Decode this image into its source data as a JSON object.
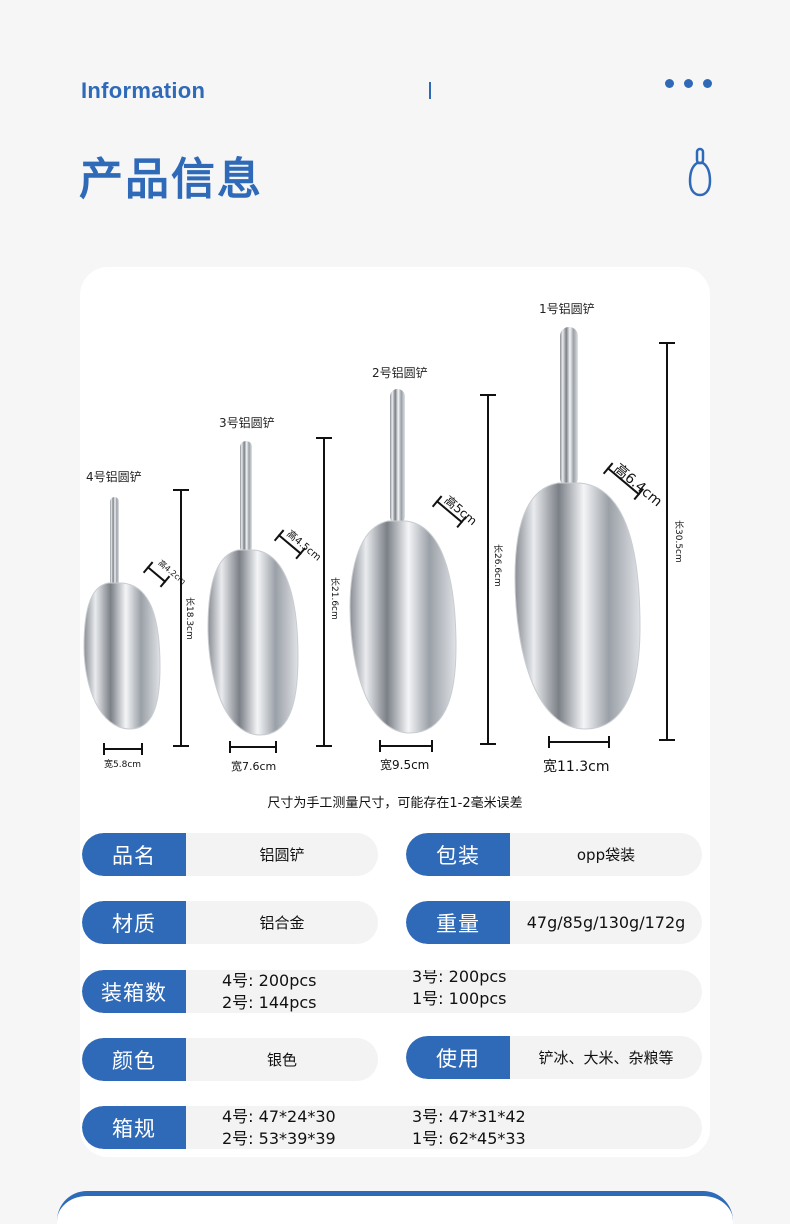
{
  "header": {
    "english_title": "Information",
    "chinese_title": "产品信息",
    "dots": [
      "dot",
      "dot",
      "dot"
    ],
    "accent_color": "#2f6ab8",
    "icon": "scoop-icon"
  },
  "diagram": {
    "scoops": [
      {
        "name": "4号铝圆铲",
        "height_label": "高4.2cm",
        "length_label": "长18.3cm",
        "width_label": "宽5.8cm"
      },
      {
        "name": "3号铝圆铲",
        "height_label": "高4.5cm",
        "length_label": "长21.6cm",
        "width_label": "宽7.6cm"
      },
      {
        "name": "2号铝圆铲",
        "height_label": "高5cm",
        "length_label": "长26.6cm",
        "width_label": "宽9.5cm"
      },
      {
        "name": "1号铝圆铲",
        "height_label": "高6.4cm",
        "length_label": "长30.5cm",
        "width_label": "宽11.3cm"
      }
    ],
    "note": "尺寸为手工测量尺寸，可能存在1-2毫米误差"
  },
  "specs": {
    "product_name": {
      "label": "品名",
      "value": "铝圆铲"
    },
    "packaging": {
      "label": "包装",
      "value": "opp袋装"
    },
    "material": {
      "label": "材质",
      "value": "铝合金"
    },
    "weight": {
      "label": "重量",
      "value": "47g/85g/130g/172g"
    },
    "carton_qty": {
      "label": "装箱数",
      "values": [
        "4号: 200pcs",
        "3号: 200pcs",
        "2号: 144pcs",
        "1号: 100pcs"
      ]
    },
    "color": {
      "label": "颜色",
      "value": "银色"
    },
    "usage": {
      "label": "使用",
      "value": "铲冰、大米、杂粮等"
    },
    "carton_size": {
      "label": "箱规",
      "values": [
        "4号: 47*24*30",
        "3号: 47*31*42",
        "2号: 53*39*39",
        "1号: 62*45*33"
      ]
    }
  }
}
